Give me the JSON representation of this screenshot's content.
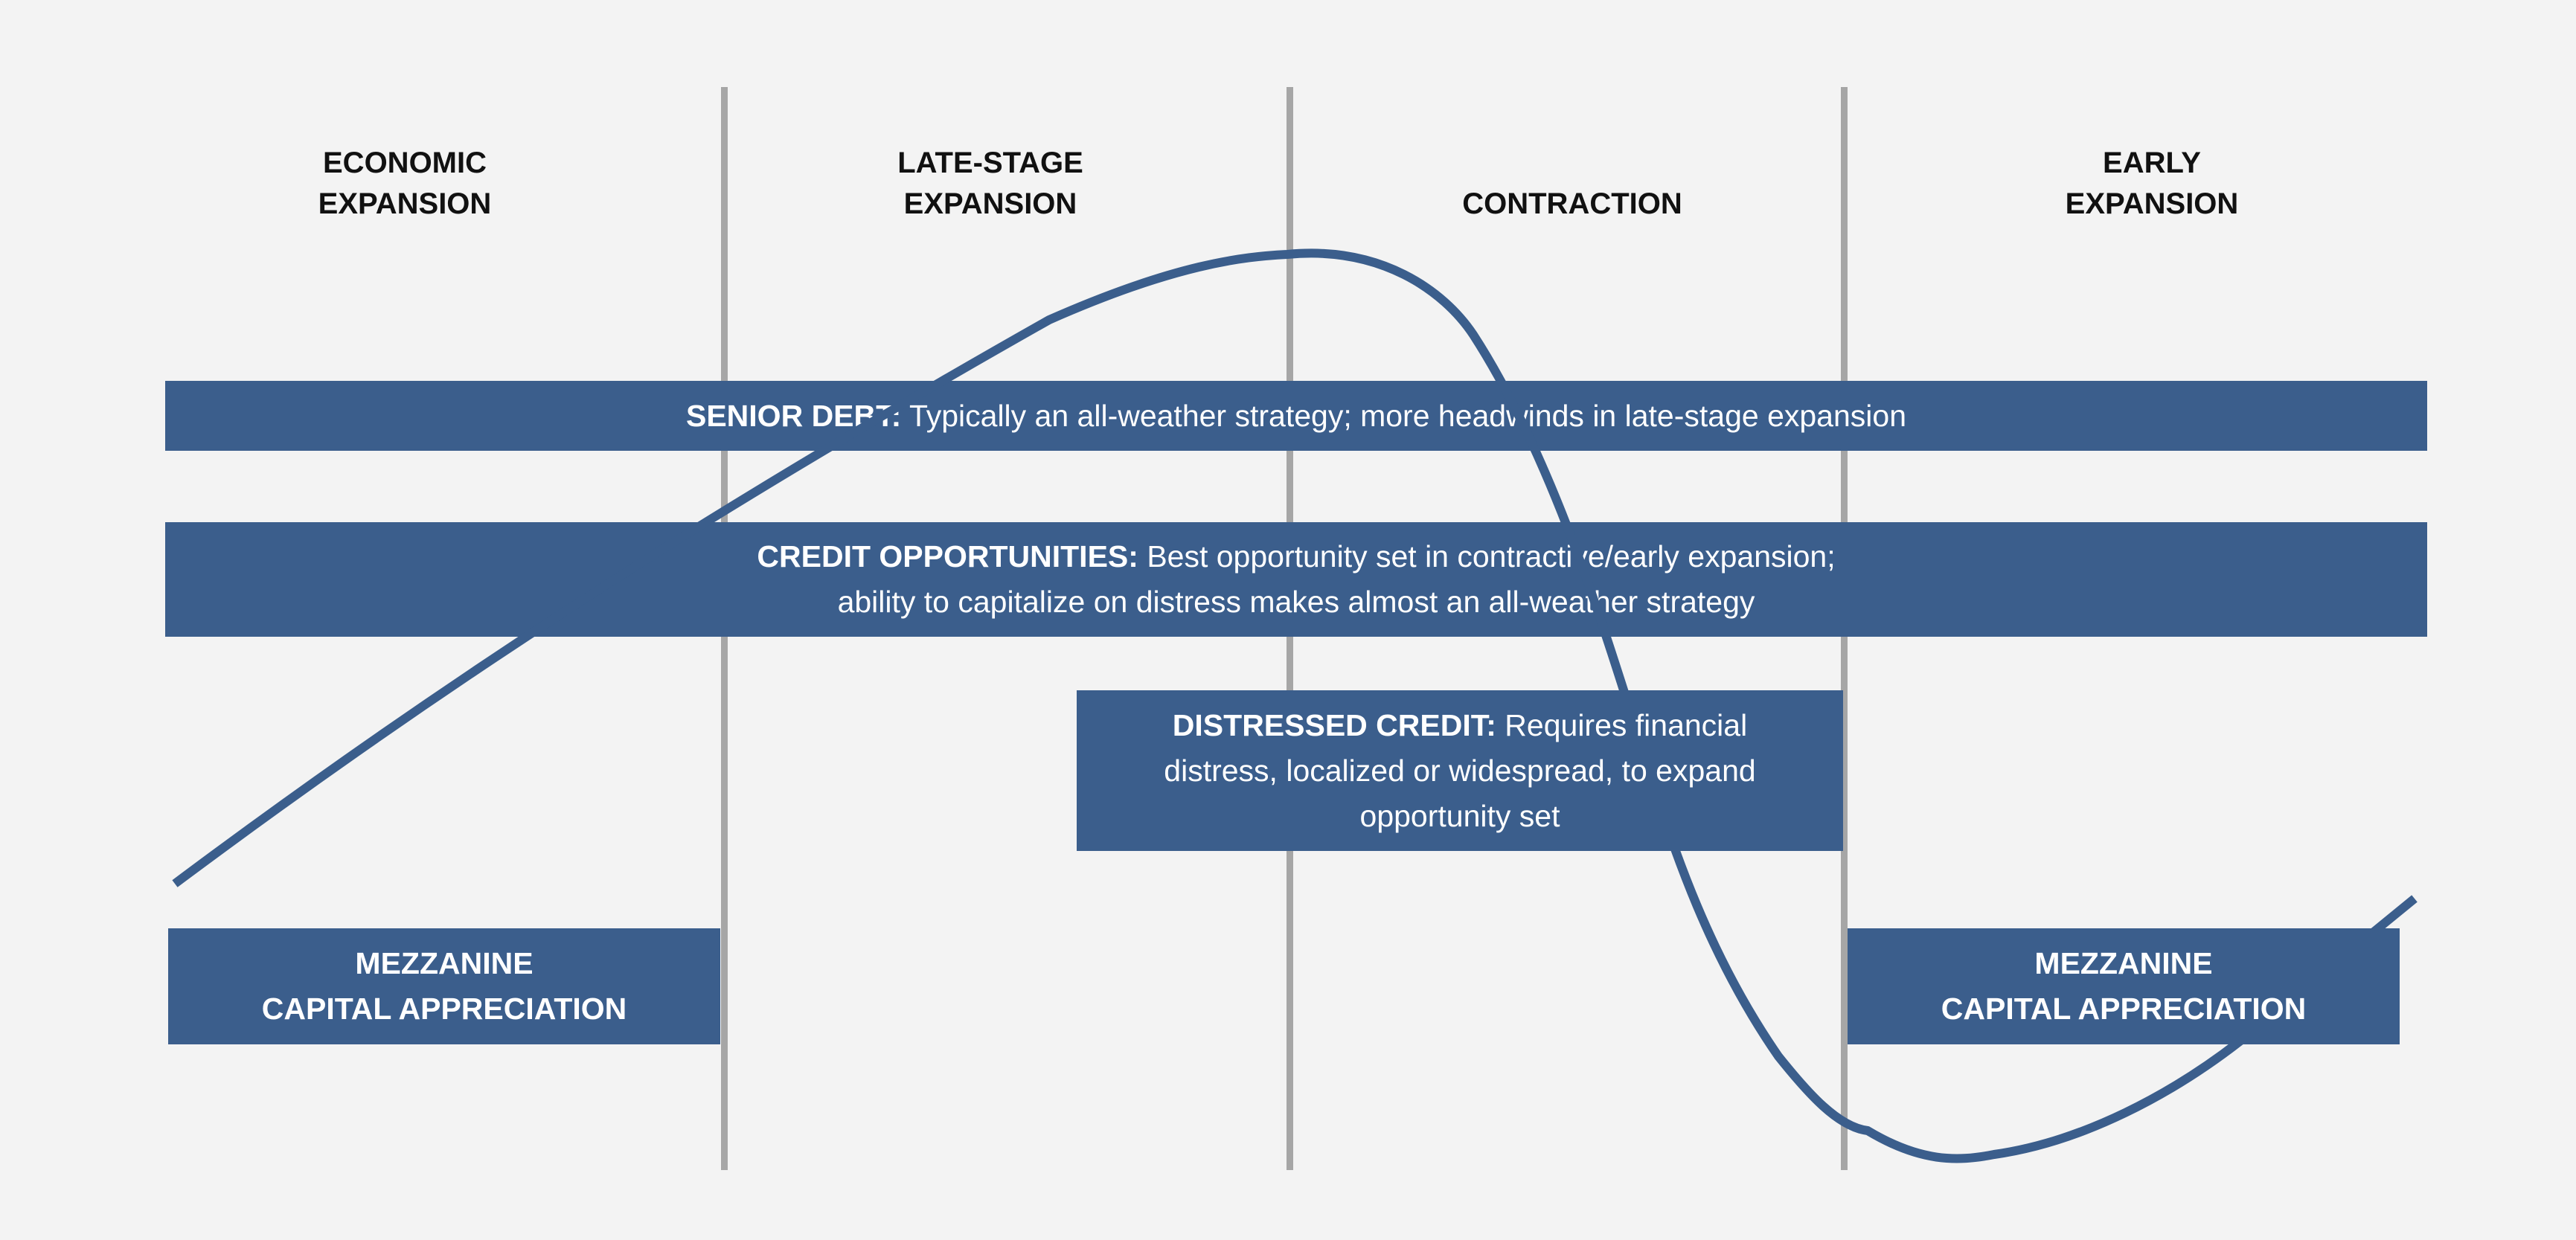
{
  "colors": {
    "background": "#f3f3f3",
    "box_fill": "#3b5e8c",
    "curve": "#3b5e8c",
    "divider": "#a6a6a6",
    "label_text": "#111111",
    "box_text": "#ffffff"
  },
  "phases": [
    {
      "line1": "ECONOMIC",
      "line2": "EXPANSION"
    },
    {
      "line1": "LATE-STAGE",
      "line2": "EXPANSION"
    },
    {
      "line1": "",
      "line2": "CONTRACTION"
    },
    {
      "line1": "EARLY",
      "line2": "EXPANSION"
    }
  ],
  "senior_debt": {
    "title": "SENIOR DEBT:",
    "text": " Typically an all-weather strategy; more headwinds in late-stage expansion"
  },
  "credit_opportunities": {
    "title": "CREDIT OPPORTUNITIES:",
    "text_line1": " Best opportunity set in contractive/early expansion;",
    "text_line2": "ability to capitalize on distress makes almost an all-weather strategy"
  },
  "distressed_credit": {
    "title": "DISTRESSED CREDIT:",
    "text_line1": " Requires financial",
    "text_line2": "distress, localized or widespread, to expand",
    "text_line3": "opportunity set"
  },
  "mezzanine_left": {
    "line1": "MEZZANINE",
    "line2": "CAPITAL APPRECIATION"
  },
  "mezzanine_right": {
    "line1": "MEZZANINE",
    "line2": "CAPITAL APPRECIATION"
  }
}
